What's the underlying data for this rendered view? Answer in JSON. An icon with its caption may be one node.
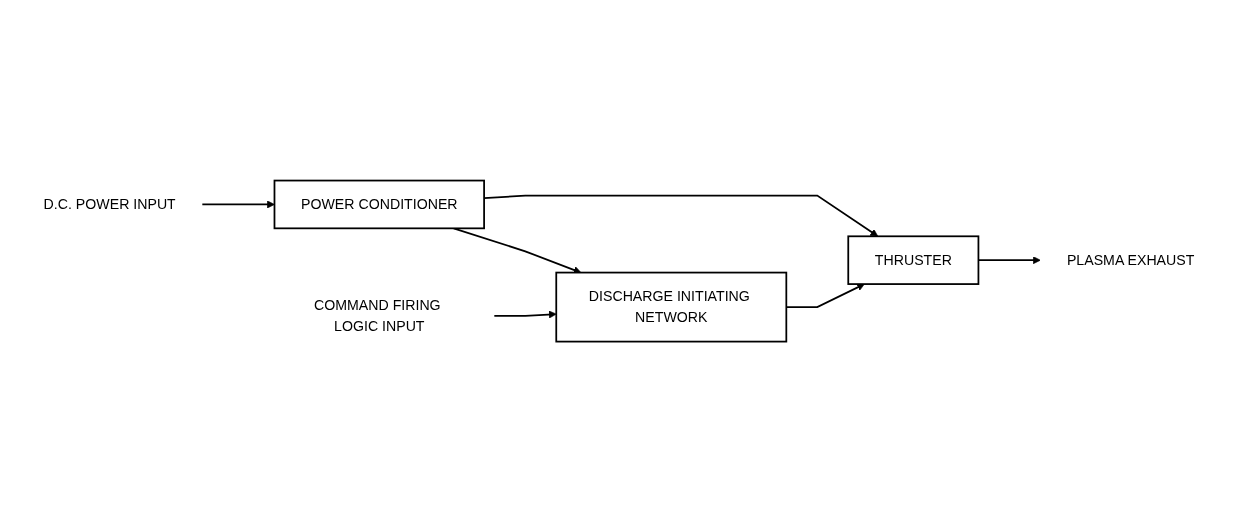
{
  "diagram": {
    "nodes": [
      {
        "text": [
          "D.C. POWER INPUT"
        ]
      },
      {
        "text": [
          "POWER CONDITIONER"
        ]
      },
      {
        "text": [
          "THRUSTER"
        ]
      },
      {
        "text": [
          "PLASMA EXHAUST"
        ]
      },
      {
        "text": [
          "DISCHARGE INITIATING NETWORK"
        ]
      },
      {
        "text": [
          "COMMAND FIRING LOGIC INPUT"
        ]
      }
    ],
    "edges": [
      {
        "from": 0,
        "to": 1,
        "arrow": "to"
      },
      {
        "from": 1,
        "to": 2,
        "arrow": "to"
      },
      {
        "from": 2,
        "to": 3,
        "arrow": "to"
      },
      {
        "from": 1,
        "to": 4,
        "arrow": "to"
      },
      {
        "from": 5,
        "to": 4,
        "arrow": "to"
      },
      {
        "from": 4,
        "to": 2,
        "arrow": "to"
      }
    ]
  }
}
